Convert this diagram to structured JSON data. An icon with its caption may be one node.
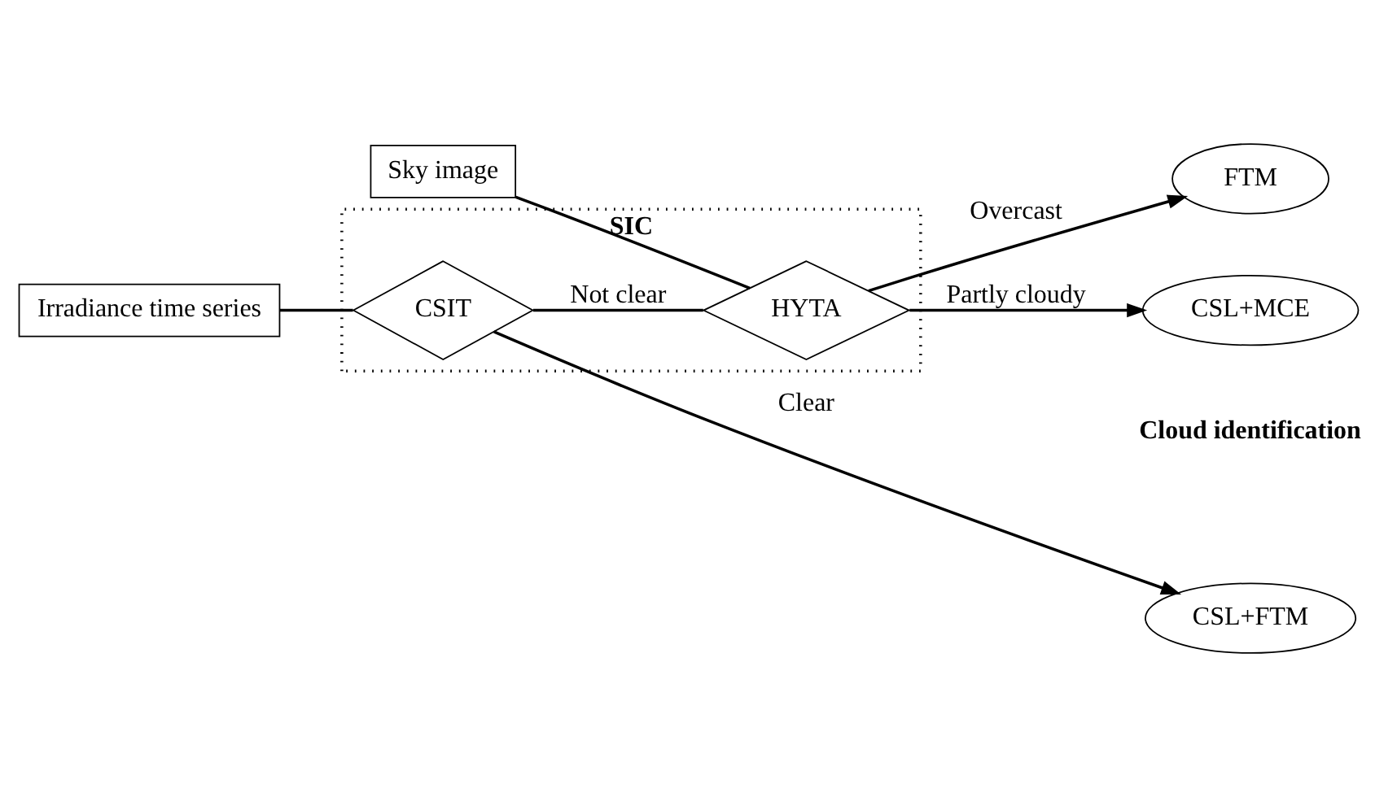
{
  "diagram": {
    "nodes": [
      {
        "text": [
          "SIC"
        ]
      },
      {
        "text": [
          "Irradiance time series"
        ]
      },
      {
        "text": [
          "Sky image"
        ]
      },
      {
        "text": [
          "CSIT"
        ],
        "in": 0
      },
      {
        "text": [
          "HYTA"
        ],
        "in": 0
      },
      {
        "text": [
          "CSL+FTM"
        ]
      },
      {
        "text": [
          "FTM"
        ]
      },
      {
        "text": [
          "CSL+MCE"
        ]
      }
    ],
    "edges": [
      {
        "from": 1,
        "to": 3,
        "arrow": "none"
      },
      {
        "from": 3,
        "to": 5,
        "arrow": "to",
        "label": "Clear"
      },
      {
        "from": 3,
        "to": 4,
        "arrow": "none",
        "label": "Not clear"
      },
      {
        "from": 2,
        "to": 4,
        "arrow": "none"
      },
      {
        "from": 4,
        "to": 6,
        "arrow": "to",
        "label": "Overcast"
      },
      {
        "from": 4,
        "to": 7,
        "arrow": "to",
        "label": "Partly cloudy"
      }
    ],
    "labels": [
      "Cloud identification"
    ]
  }
}
